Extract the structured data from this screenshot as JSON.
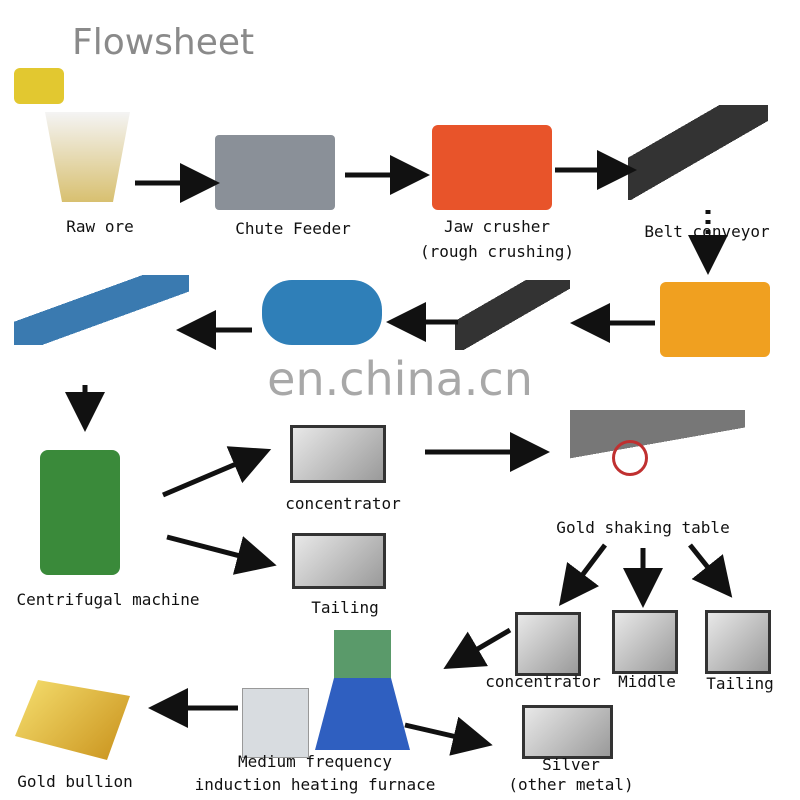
{
  "title": "Flowsheet",
  "watermark": "en.china.cn",
  "labels": {
    "raw_ore": "Raw ore",
    "chute_feeder": "Chute Feeder",
    "jaw_crusher": "Jaw crusher",
    "jaw_crusher_note": "(rough crushing)",
    "belt_conveyor": "Belt conveyor",
    "concentrator_1": "concentrator",
    "gold_shaking_table": "Gold shaking table",
    "centrifugal_machine": "Centrifugal machine",
    "tailing_1": "Tailing",
    "concentrator_2": "concentrator",
    "middle": "Middle",
    "tailing_2": "Tailing",
    "furnace_line1": "Medium frequency",
    "furnace_line2": "induction heating furnace",
    "silver": "Silver",
    "silver_note": "(other metal)",
    "gold_bullion": "Gold bullion"
  },
  "colors": {
    "arrow": "#111111",
    "title": "#8a8a8a",
    "machine_orange": "#e8542a",
    "machine_blue": "#2f7fb8",
    "gold": "#e0b020",
    "green": "#3a8a3a"
  }
}
